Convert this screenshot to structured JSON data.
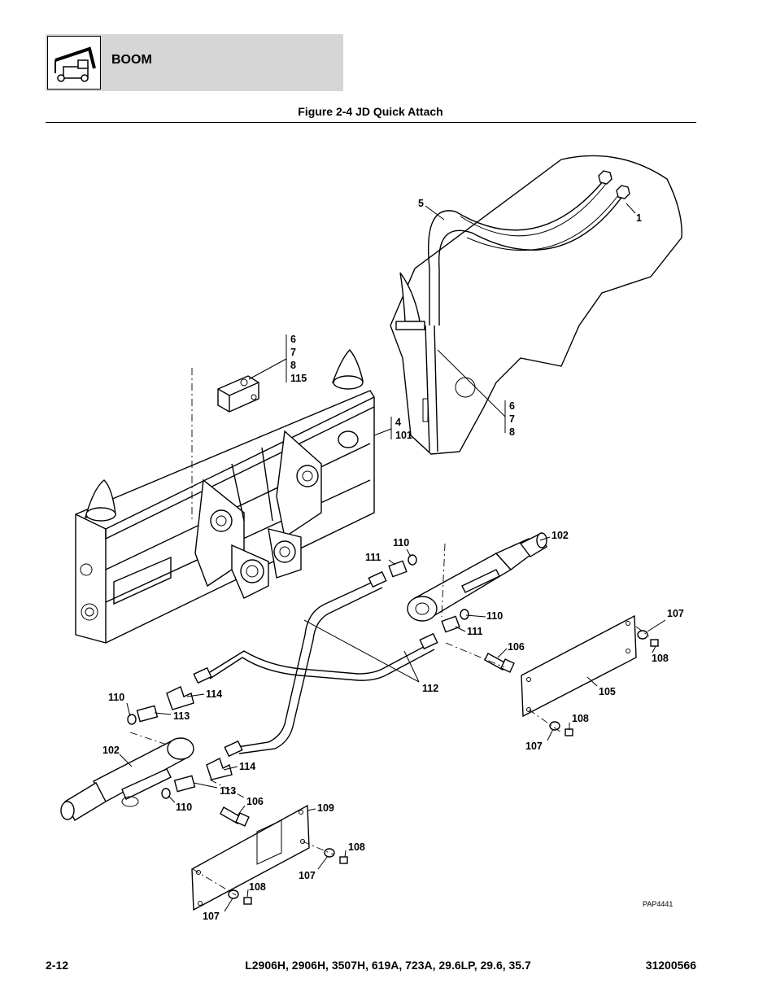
{
  "header": {
    "section": "BOOM",
    "icon": "telehandler-boom-icon"
  },
  "figure": {
    "title": "Figure 2-4 JD Quick Attach",
    "reference": "PAP4441"
  },
  "callouts": {
    "c1": "1",
    "c5": "5",
    "g1": [
      "6",
      "7",
      "8",
      "115"
    ],
    "g2": [
      "4",
      "101"
    ],
    "g3": [
      "6",
      "7",
      "8"
    ],
    "c102a": "102",
    "c110a": "110",
    "c111a": "111",
    "c110b": "110",
    "c111b": "111",
    "c106a": "106",
    "c107a": "107",
    "c108a": "108",
    "c105": "105",
    "c108b": "108",
    "c107b": "107",
    "c112": "112",
    "c110c": "110",
    "c113a": "113",
    "c114a": "114",
    "c102b": "102",
    "c114b": "114",
    "c113b": "113",
    "c106b": "106",
    "c110d": "110",
    "c109": "109",
    "c108c": "108",
    "c107c": "107",
    "c108d": "108",
    "c107d": "107"
  },
  "footer": {
    "page": "2-12",
    "models": "L2906H, 2906H, 3507H, 619A, 723A, 29.6LP, 29.6, 35.7",
    "doc_number": "31200566"
  }
}
